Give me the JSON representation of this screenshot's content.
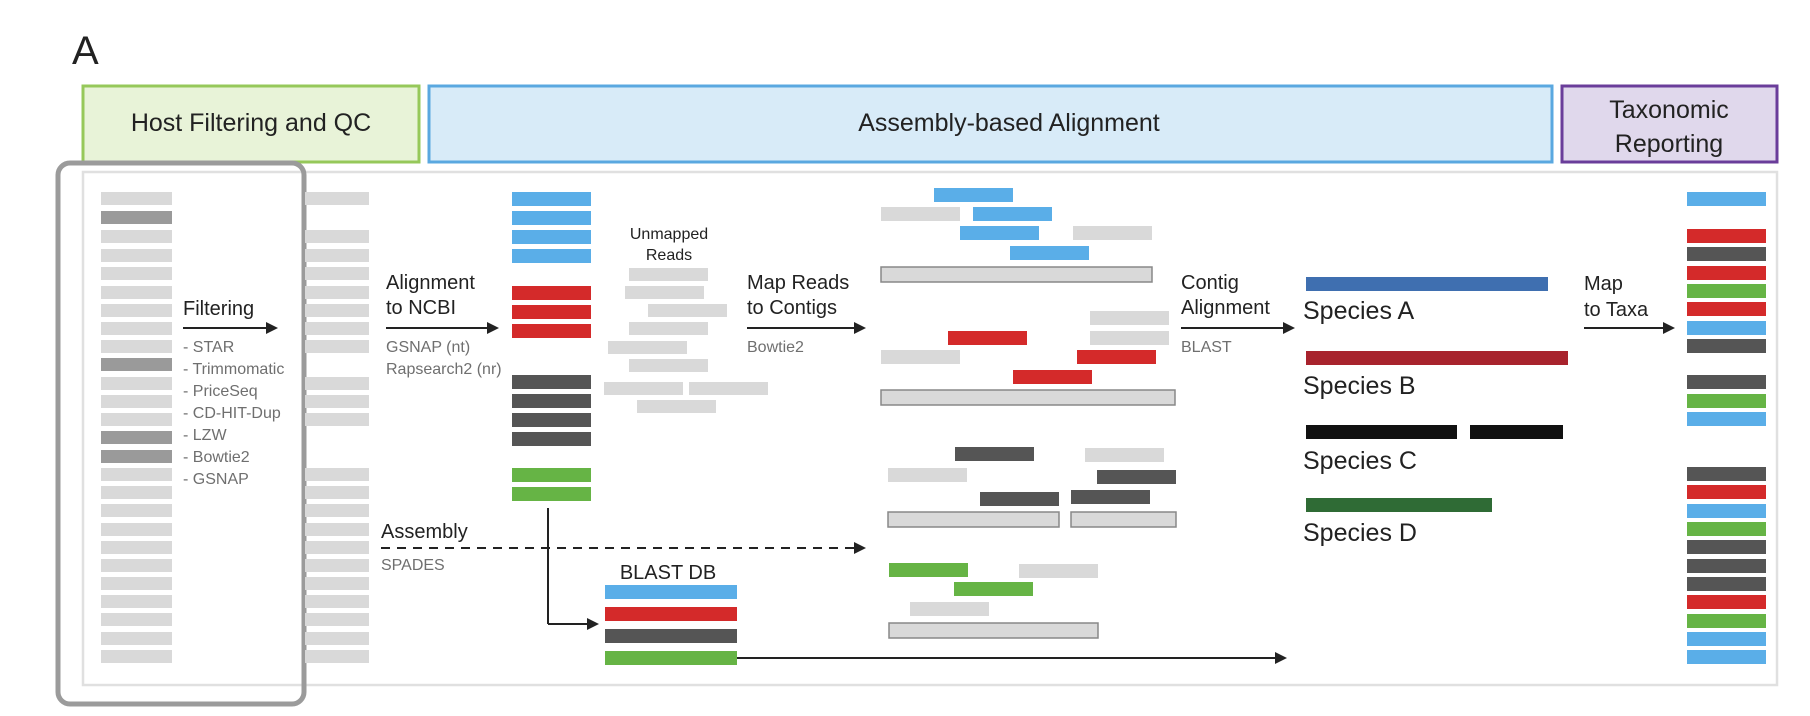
{
  "panel_label": "A",
  "sections": {
    "host": "Host Filtering and QC",
    "assembly": "Assembly-based Alignment",
    "taxonomic_line1": "Taxonomic",
    "taxonomic_line2": "Reporting"
  },
  "colors": {
    "host_fill": "#e8f3d8",
    "host_border": "#96c85a",
    "assembly_fill": "#d8ebf8",
    "assembly_border": "#5aa8e0",
    "tax_fill": "#e0d8ec",
    "tax_border": "#6a3d9a",
    "read_light": "#d9d9d9",
    "read_mid": "#9a9a9a",
    "blue": "#5aaee8",
    "red": "#d42a2a",
    "dark": "#555555",
    "green": "#66b445",
    "species_a": "#3f6fb0",
    "species_b": "#a8232d",
    "species_c": "#111111",
    "species_d": "#2f6b35"
  },
  "filtering": {
    "title": "Filtering",
    "tools": [
      "- STAR",
      "- Trimmomatic",
      "- PriceSeq",
      "- CD-HIT-Dup",
      "- LZW",
      "- Bowtie2",
      "- GSNAP"
    ]
  },
  "alignment": {
    "line1": "Alignment",
    "line2": "to NCBI",
    "sub1": "GSNAP (nt)",
    "sub2": "Rapsearch2 (nr)"
  },
  "unmapped": {
    "line1": "Unmapped",
    "line2": "Reads"
  },
  "map_reads": {
    "line1": "Map Reads",
    "line2": "to Contigs",
    "sub": "Bowtie2"
  },
  "assembly_step": {
    "title": "Assembly",
    "sub": "SPADES"
  },
  "blast_db": {
    "title": "BLAST DB"
  },
  "contig_alignment": {
    "line1": "Contig",
    "line2": "Alignment",
    "sub": "BLAST"
  },
  "species": [
    "Species A",
    "Species B",
    "Species C",
    "Species D"
  ],
  "map_taxa": {
    "line1": "Map",
    "line2": "to Taxa"
  }
}
